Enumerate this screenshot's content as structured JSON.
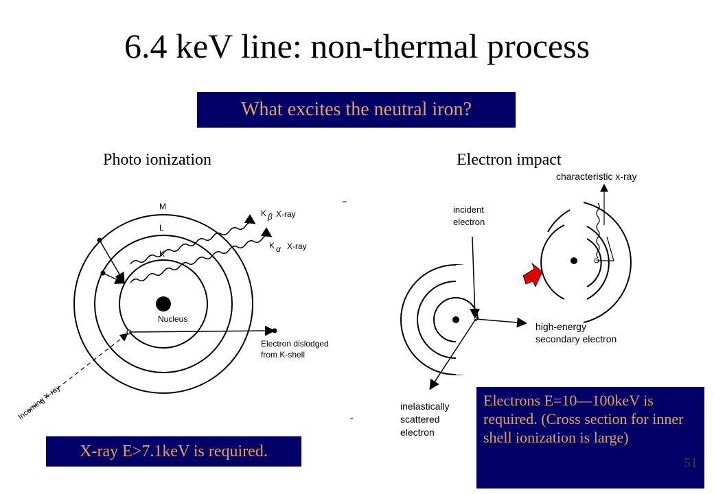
{
  "title": "6.4 keV line: non-thermal process",
  "question": "What excites the neutral iron?",
  "left_panel": {
    "heading": "Photo ionization",
    "shell_labels": [
      "M",
      "L",
      "K"
    ],
    "nucleus_label": "Nucleus",
    "kbeta_label": "X-ray",
    "kalpha_label": "X-ray",
    "k_symbol": "K",
    "beta_symbol": "β",
    "alpha_symbol": "α",
    "dislodged_line1": "Electron dislodged",
    "dislodged_line2": "from K-shell",
    "incoming_label": "Incoming X-ray",
    "note": "X-ray E>7.1keV is required."
  },
  "right_panel": {
    "heading": "Electron impact",
    "characteristic_label": "characteristic x-ray",
    "incident_line1": "incident",
    "incident_line2": "electron",
    "high_energy_line1": "high-energy",
    "high_energy_line2": "secondary electron",
    "inelastic_line1": "inelastically",
    "inelastic_line2": "scattered",
    "inelastic_line3": "electron",
    "note": "Electrons E=10—100keV is required. (Cross section for inner shell ionization is large)"
  },
  "page_number": "51",
  "colors": {
    "box_bg": "#000066",
    "box_text": "#e8a060",
    "arrow_red": "#e00000"
  }
}
